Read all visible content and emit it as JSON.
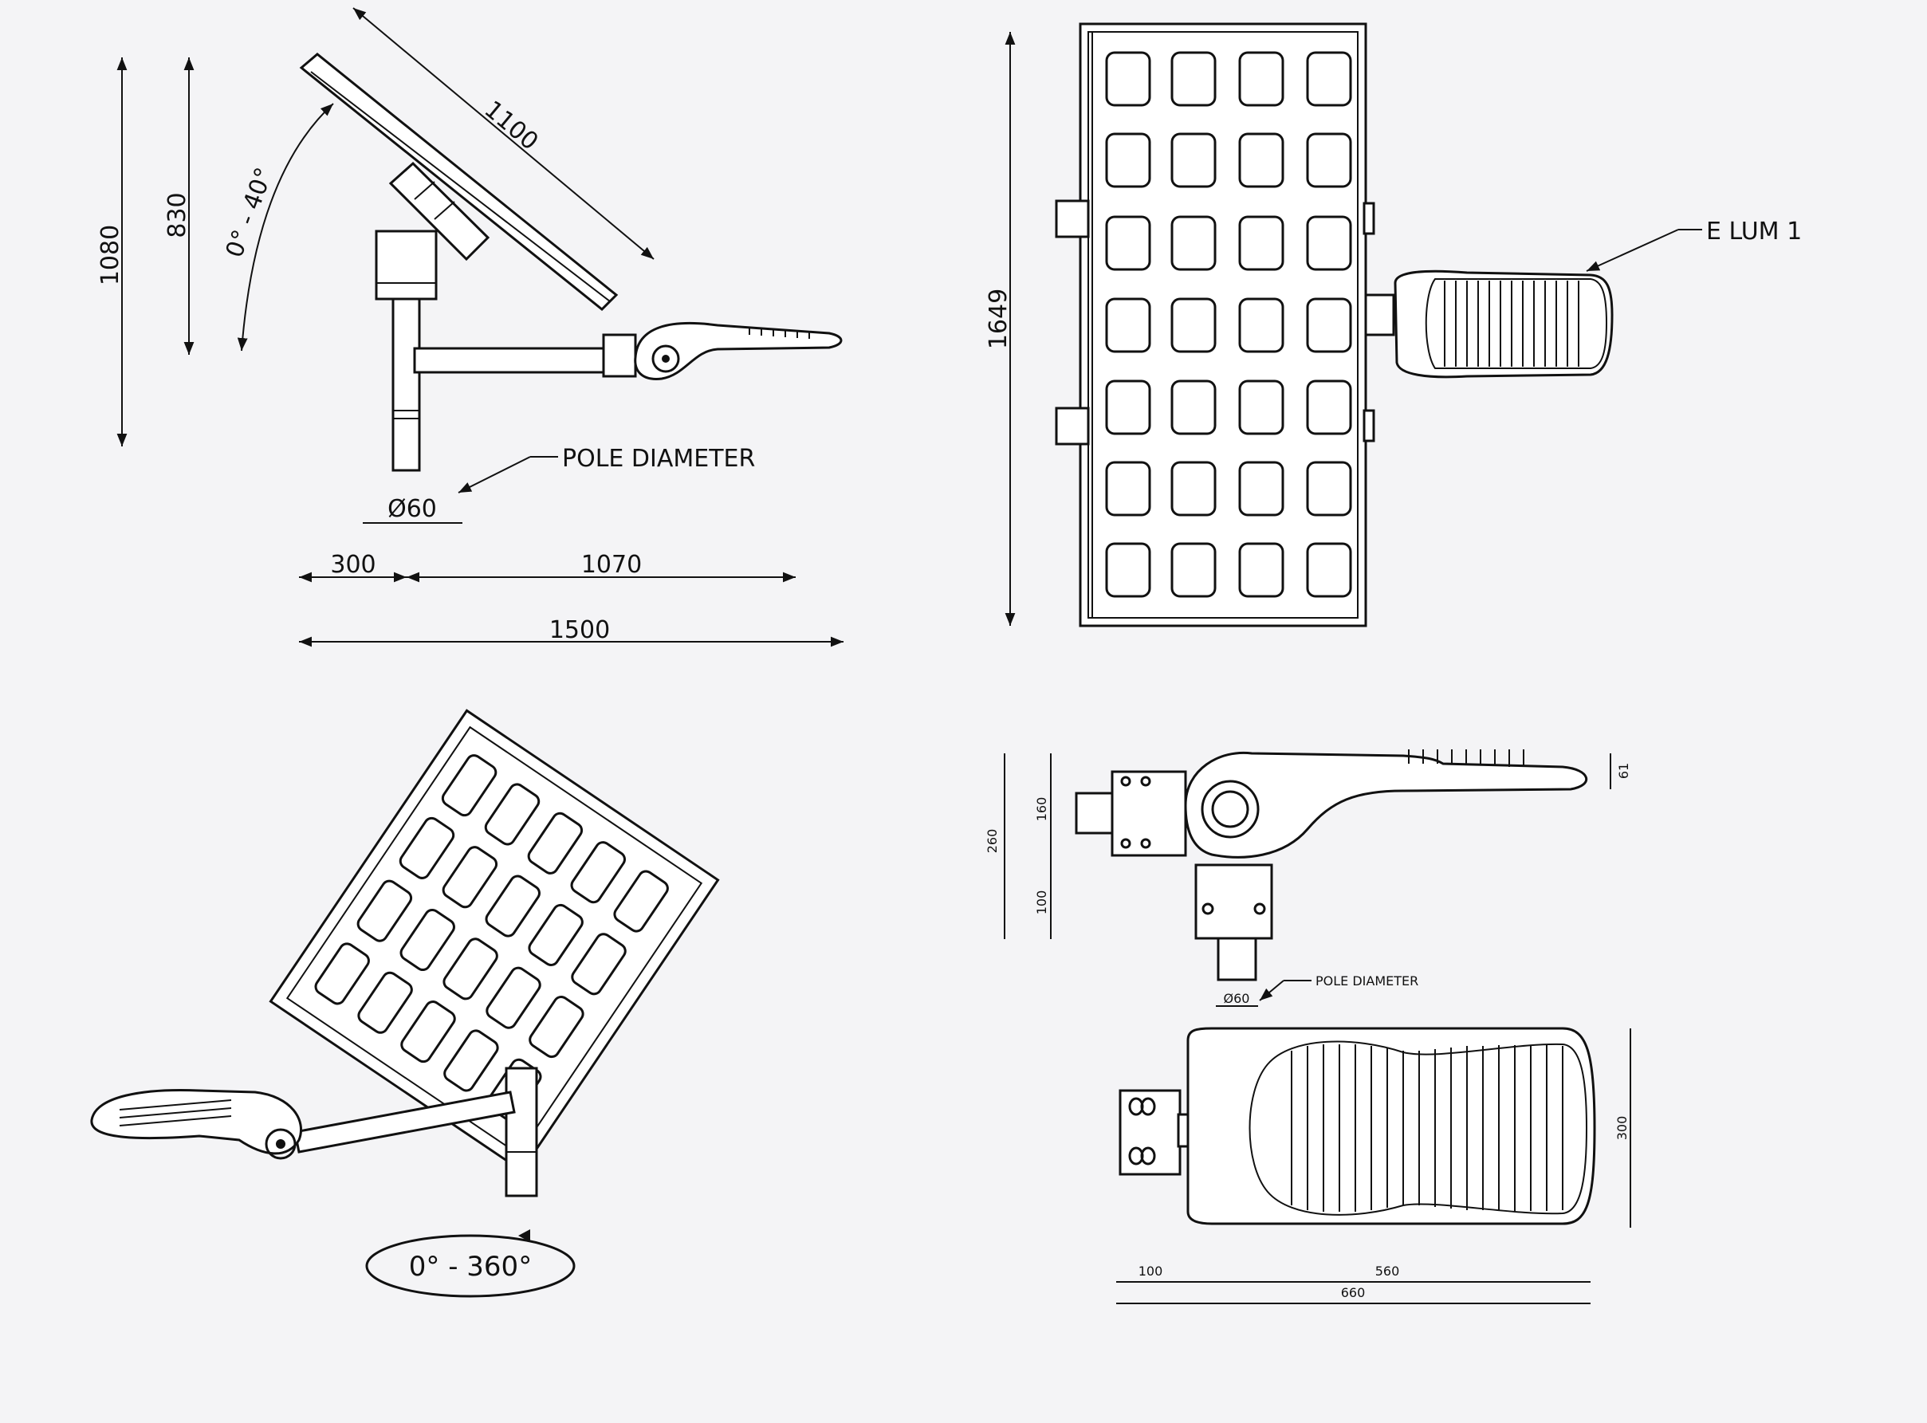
{
  "view_side": {
    "height_total": "1080",
    "height_panel": "830",
    "panel_length": "1100",
    "tilt_range": "0° - 40°",
    "pole_label": "POLE DIAMETER",
    "pole_diameter": "Ø60",
    "offset_left": "300",
    "arm_length": "1070",
    "width_total": "1500"
  },
  "view_top": {
    "panel_height": "1649",
    "luminaire_label": "E LUM 1"
  },
  "view_rotation": {
    "rotation_range": "0° - 360°"
  },
  "view_luminaire_side": {
    "height_total": "260",
    "height_upper": "160",
    "height_lower": "100",
    "head_thickness": "61",
    "pole_label": "POLE DIAMETER",
    "pole_diameter": "Ø60"
  },
  "view_luminaire_top": {
    "width": "300",
    "bracket_length": "100",
    "head_length": "560",
    "total_length": "660"
  }
}
